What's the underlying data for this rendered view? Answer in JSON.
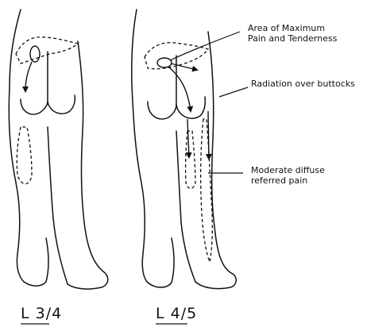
{
  "annotations": {
    "max_pain_line1": "Area of Maximum",
    "max_pain_line2": "Pain and Tenderness",
    "radiation": "Radiation over buttocks",
    "referred_line1": "Moderate diffuse",
    "referred_line2": "referred pain"
  },
  "levels": {
    "left": "L 3/4",
    "right": "L 4/5"
  },
  "colors": {
    "ink": "#111111",
    "background": "#ffffff"
  }
}
